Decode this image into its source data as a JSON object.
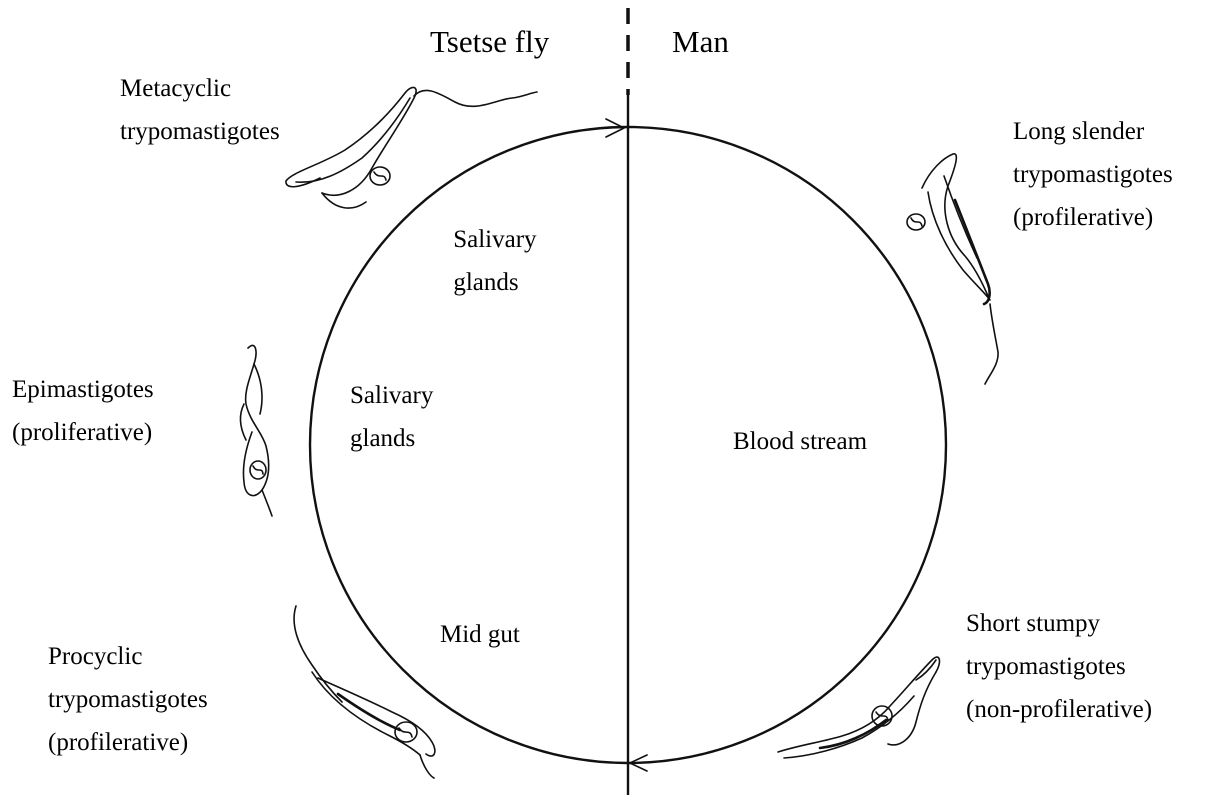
{
  "header": {
    "left": "Tsetse fly",
    "right": "Man"
  },
  "regions": {
    "salivary_glands_upper": [
      "Salivary",
      "glands"
    ],
    "salivary_glands_mid": [
      "Salivary",
      "glands"
    ],
    "mid_gut": "Mid gut",
    "blood_stream": "Blood stream"
  },
  "stages": {
    "metacyclic": [
      "Metacyclic",
      "trypomastigotes"
    ],
    "long_slender": [
      "Long slender",
      "trypomastigotes",
      "(profilerative)"
    ],
    "epimastigotes": [
      "Epimastigotes",
      "(proliferative)"
    ],
    "short_stumpy": [
      "Short stumpy",
      "trypomastigotes",
      "(non-profilerative)"
    ],
    "procyclic": [
      "Procyclic",
      "trypomastigotes",
      "(profilerative)"
    ]
  },
  "icons": [
    "trypanosome-metacyclic-icon",
    "trypanosome-long-slender-icon",
    "trypanosome-epimastigote-icon",
    "trypanosome-short-stumpy-icon",
    "trypanosome-procyclic-icon",
    "cycle-arrow-top-icon",
    "cycle-arrow-bottom-icon"
  ]
}
